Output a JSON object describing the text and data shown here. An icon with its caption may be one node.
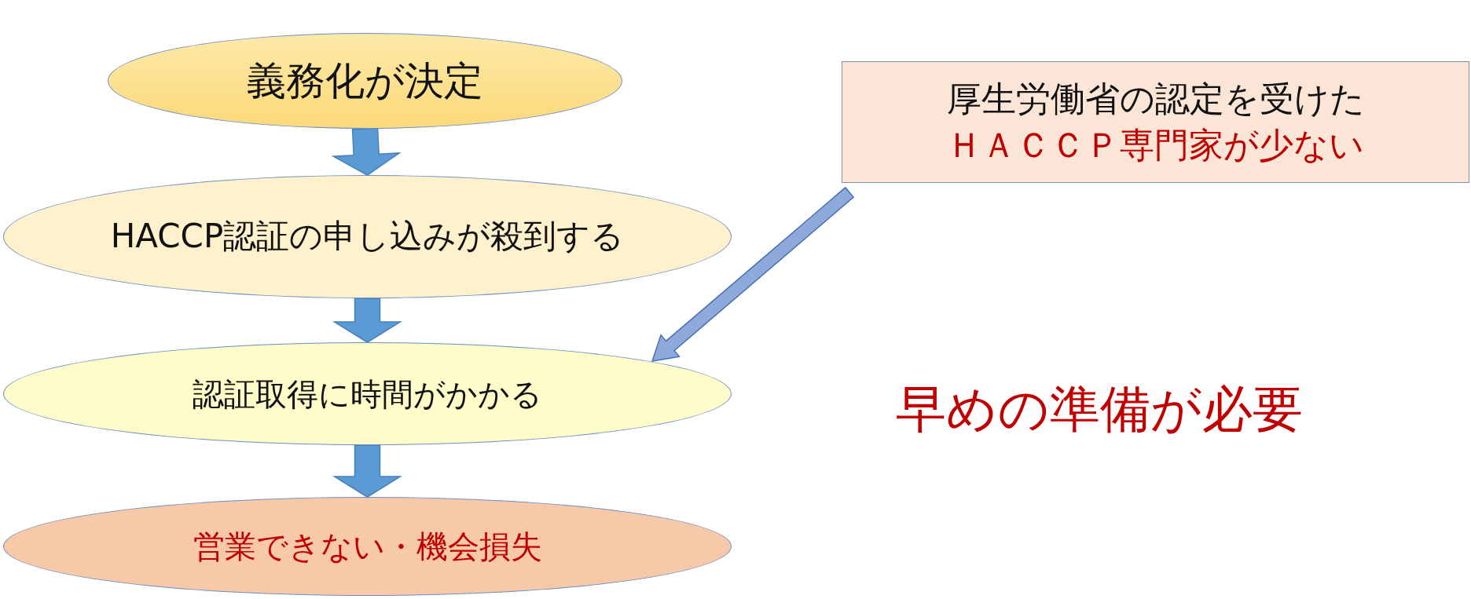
{
  "diagram": {
    "nodes": [
      {
        "text": [
          "義務化が決定"
        ]
      },
      {
        "text": [
          "HACCP認証の申し込みが殺到する"
        ]
      },
      {
        "text": [
          "認証取得に時間がかかる"
        ]
      },
      {
        "text": [
          "営業できない・機会損失"
        ]
      },
      {
        "text": [
          "厚生労働省の認定を受けた",
          "ＨＡＣＣＰ専門家が少ない"
        ]
      }
    ],
    "edges": [
      {
        "from": 0,
        "to": 1,
        "arrow": "to"
      },
      {
        "from": 1,
        "to": 2,
        "arrow": "to"
      },
      {
        "from": 2,
        "to": 3,
        "arrow": "to"
      },
      {
        "from": 4,
        "to": 2,
        "arrow": "to",
        "color": "#8eaadb"
      }
    ],
    "labels": [
      "早めの準備が必要"
    ]
  }
}
